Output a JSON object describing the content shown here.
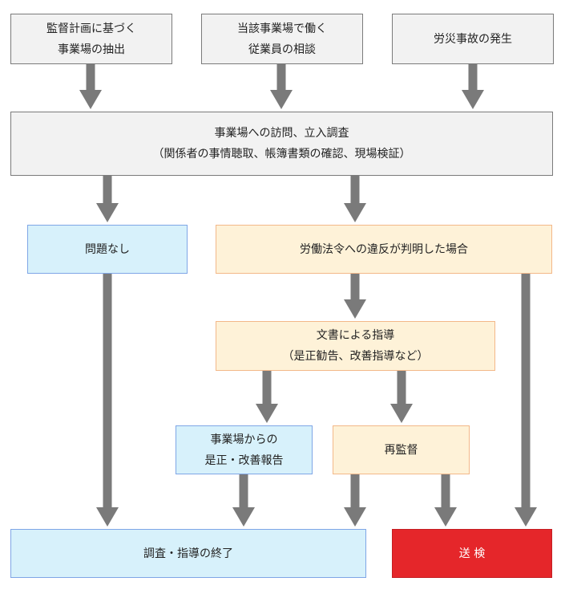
{
  "colors": {
    "arrow": "#7a7a7a",
    "gray_fill": "#f2f2f2",
    "blue_fill": "#d7f1fb",
    "orange_fill": "#fef2d8",
    "red_fill": "#e5262a"
  },
  "nodes": {
    "inspection_plan": [
      "監督計画に基づく",
      "事業場の抽出"
    ],
    "worker_consult": [
      "当該事業場で働く",
      "従業員の相談"
    ],
    "accident": [
      "労災事故の発生"
    ],
    "visit": [
      "事業場への訪問、立入調査",
      "（関係者の事情聴取、帳簿書類の確認、現場検証）"
    ],
    "no_problem": [
      "問題なし"
    ],
    "violation": [
      "労働法令への違反が判明した場合"
    ],
    "guidance": [
      "文書による指導",
      "（是正勧告、改善指導など）"
    ],
    "report": [
      "事業場からの",
      "是正・改善報告"
    ],
    "reinspect": [
      "再監督"
    ],
    "end": [
      "調査・指導の終了"
    ],
    "prosecution": [
      "送 検"
    ]
  }
}
